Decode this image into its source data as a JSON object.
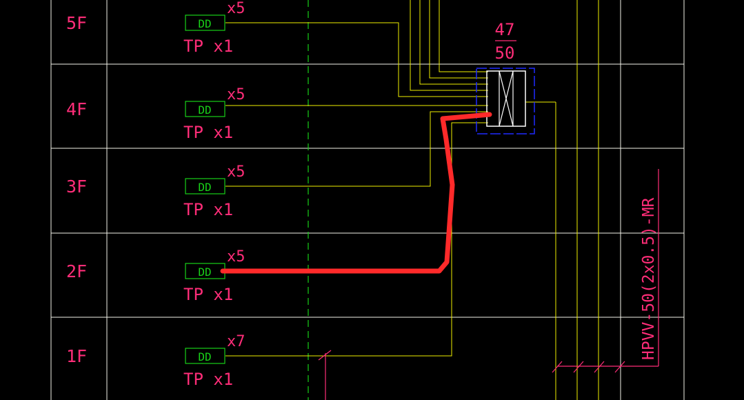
{
  "colors": {
    "background": "#000000",
    "grid": "#f4f4ea",
    "wire": "#f0f000",
    "floor_label": "#ff2d78",
    "device": "#18d018",
    "center_line": "#18d018",
    "cabinet_frame": "#1f2aff",
    "cabinet": "#ffffff",
    "highlight": "#ff2a2a",
    "cable_label": "#ff2d78"
  },
  "floors": [
    {
      "label": "5F",
      "device": "DD",
      "multiplier": "x5",
      "terminal": "TP x1"
    },
    {
      "label": "4F",
      "device": "DD",
      "multiplier": "x5",
      "terminal": "TP x1"
    },
    {
      "label": "3F",
      "device": "DD",
      "multiplier": "x5",
      "terminal": "TP x1"
    },
    {
      "label": "2F",
      "device": "DD",
      "multiplier": "x5",
      "terminal": "TP x1"
    },
    {
      "label": "1F",
      "device": "DD",
      "multiplier": "x7",
      "terminal": "TP x1"
    }
  ],
  "cabinet": {
    "ratio_top": "47",
    "ratio_bottom": "50",
    "icon": "distribution-frame-icon"
  },
  "cable_label": "HPVV-50(2x0.5)-MR"
}
